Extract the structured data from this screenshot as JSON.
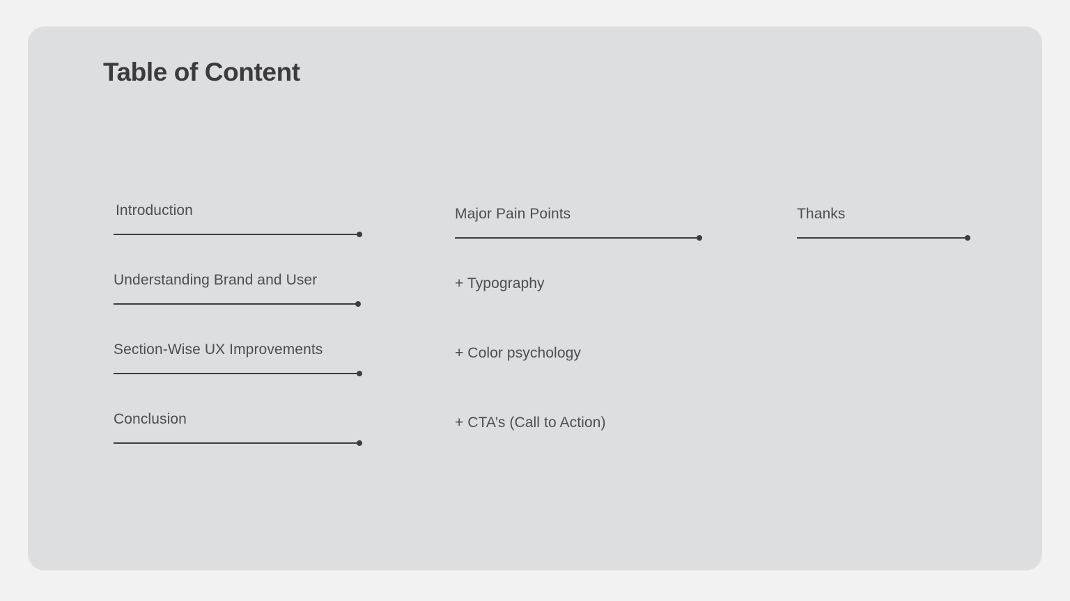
{
  "slide": {
    "title": "Table of Content",
    "background_color": "#f2f2f2",
    "card_color": "#dddee0",
    "text_color": "#4d4d50",
    "title_color": "#3b3b3d",
    "rule_color": "#3d3d40"
  },
  "columns": [
    {
      "name": "column-one",
      "entries": [
        {
          "label": "Introduction",
          "has_rule": true
        },
        {
          "label": "Understanding Brand and User",
          "has_rule": true
        },
        {
          "label": "Section-Wise UX Improvements",
          "has_rule": true
        },
        {
          "label": "Conclusion",
          "has_rule": true
        }
      ]
    },
    {
      "name": "column-two",
      "entries": [
        {
          "label": "Major Pain Points",
          "has_rule": true
        },
        {
          "label": "+ Typography",
          "has_rule": false
        },
        {
          "label": "+ Color psychology",
          "has_rule": false
        },
        {
          "label": "+ CTA’s (Call to Action)",
          "has_rule": false
        }
      ]
    },
    {
      "name": "column-three",
      "entries": [
        {
          "label": "Thanks",
          "has_rule": true
        }
      ]
    }
  ]
}
